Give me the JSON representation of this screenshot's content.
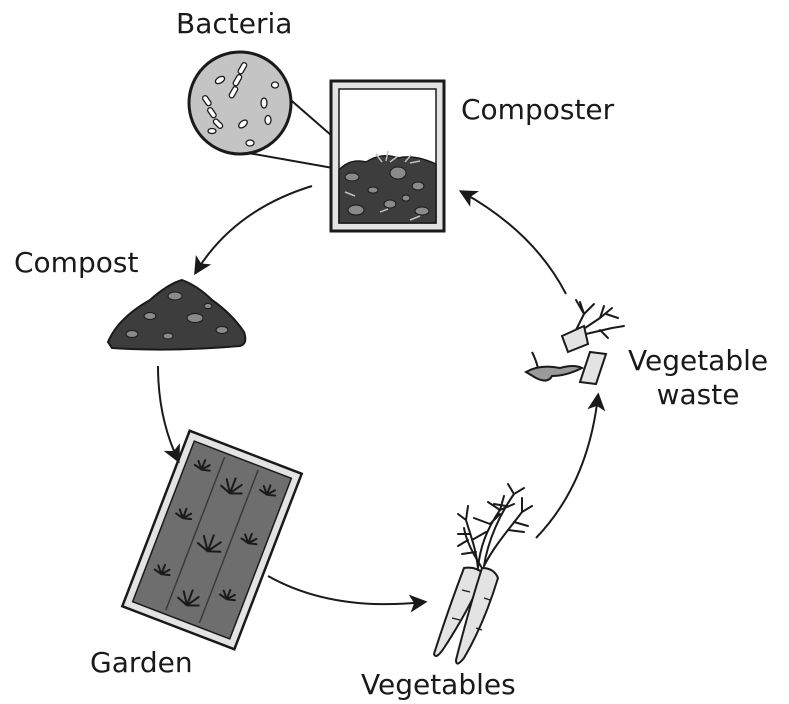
{
  "labels": {
    "bacteria": "Bacteria",
    "composter": "Composter",
    "compost": "Compost",
    "vegetable_waste_line1": "Vegetable",
    "vegetable_waste_line2": "waste",
    "garden": "Garden",
    "vegetables": "Vegetables"
  },
  "colors": {
    "outline": "#1a1a1a",
    "dark_fill": "#3d3d3d",
    "mid_fill": "#7a7a7a",
    "light_fill": "#bfbfbf",
    "pale_fill": "#e3e3e3"
  }
}
